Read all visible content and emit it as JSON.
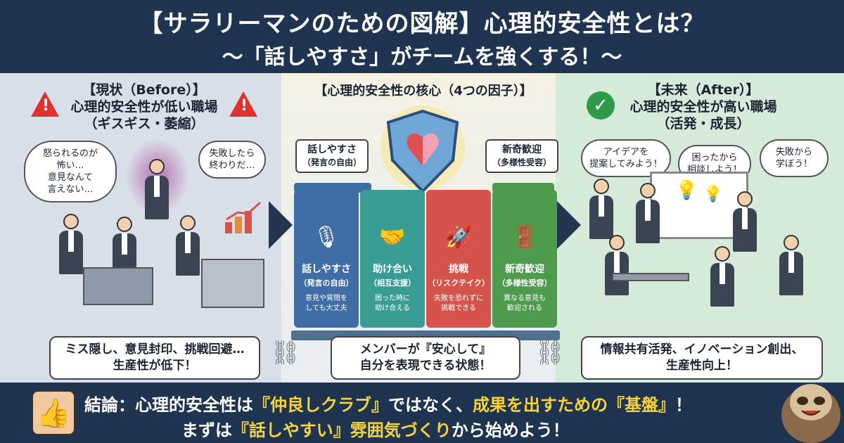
{
  "header": {
    "title": "【サラリーマンのための図解】心理的安全性とは？",
    "subtitle": "〜「話しやすさ」がチームを強くする！〜"
  },
  "before": {
    "heading1": "【現状（Before）】",
    "heading2": "心理的安全性が低い職場",
    "heading3": "（ギスギス・萎縮）",
    "bubble_left": [
      "怒られるのが",
      "怖い…",
      "意見なんて",
      "言えない…"
    ],
    "bubble_right": [
      "失敗したら",
      "終わりだ…"
    ],
    "caption": [
      "ミス隠し、意見封印、挑戦回避…",
      "生産性が低下！"
    ]
  },
  "core": {
    "heading": "【心理的安全性の核心（4つの因子）】",
    "tag_left": [
      "話しやすさ",
      "（発言の自由）"
    ],
    "tag_right": [
      "新奇歓迎",
      "（多様性受容）"
    ],
    "factors": [
      {
        "title": "話しやすさ",
        "sub": "（発言の自由）",
        "desc": [
          "意見や質問を",
          "しても大丈夫"
        ],
        "color": "#3f6da6",
        "icon": "microphone-icon",
        "glyph": "🎙"
      },
      {
        "title": "助け合い",
        "sub": "（相互支援）",
        "desc": [
          "困った時に",
          "助け合える"
        ],
        "color": "#3a9d95",
        "icon": "handshake-icon",
        "glyph": "🤝"
      },
      {
        "title": "挑戦",
        "sub": "（リスクテイク）",
        "desc": [
          "失敗を恐れずに",
          "挑戦できる"
        ],
        "color": "#d5534a",
        "icon": "rocket-icon",
        "glyph": "🚀"
      },
      {
        "title": "新奇歓迎",
        "sub": "（多様性受容）",
        "desc": [
          "異なる意見も",
          "歓迎される"
        ],
        "color": "#4f9b4d",
        "icon": "door-icon",
        "glyph": "🚪"
      }
    ],
    "caption": [
      "メンバーが『安心して』",
      "自分を表現できる状態！"
    ]
  },
  "after": {
    "heading1": "【未来（After）】",
    "heading2": "心理的安全性が高い職場",
    "heading3": "（活発・成長）",
    "bubble_1": [
      "アイデアを",
      "提案してみよう！"
    ],
    "bubble_2": [
      "困ったから",
      "相談しよう！"
    ],
    "bubble_3": [
      "失敗から",
      "学ぼう！"
    ],
    "caption": [
      "情報共有活発、イノベーション創出、",
      "生産性向上！"
    ]
  },
  "conclusion": {
    "line1_a": "結論：心理的安全性は",
    "line1_b": "『仲良しクラブ』",
    "line1_c": "ではなく、",
    "line1_d": "成果を出すための『基盤』",
    "line1_e": "！",
    "line2_a": "まずは",
    "line2_b": "『話しやすい』雰囲気づくり",
    "line2_c": "から始めよう！"
  },
  "colors": {
    "accent": "#f8d33a",
    "navy": "#1f3450",
    "alert": "#e0312d",
    "ok": "#2e9b4a"
  }
}
